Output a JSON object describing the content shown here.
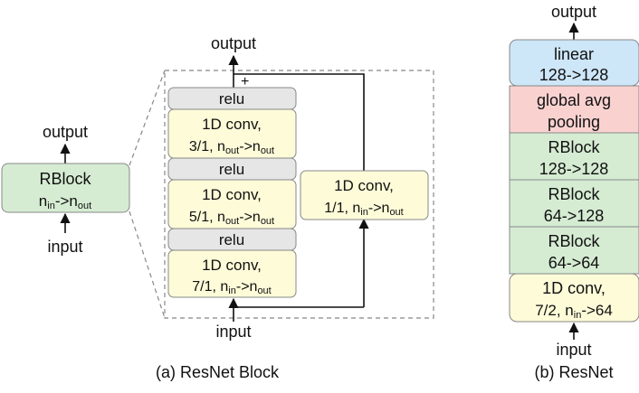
{
  "colors": {
    "green": "#d5ecd3",
    "yellow": "#fdfbd8",
    "gray": "#e6e6e6",
    "blue": "#cde6f8",
    "red": "#f9d2d0"
  },
  "left": {
    "output": "output",
    "input": "input",
    "rblock_title": "RBlock",
    "rblock_io": {
      "a": "n",
      "a_sub": "in",
      "arrow": "->",
      "b": "n",
      "b_sub": "out"
    }
  },
  "block": {
    "output": "output",
    "input": "input",
    "plus": "+",
    "relu": "relu",
    "conv_title": "1D conv,",
    "conv1": {
      "prefix": "3/1, ",
      "a": "n",
      "a_sub": "out",
      "arrow": "->",
      "b": "n",
      "b_sub": "out"
    },
    "conv2": {
      "prefix": "5/1, ",
      "a": "n",
      "a_sub": "out",
      "arrow": "->",
      "b": "n",
      "b_sub": "out"
    },
    "conv3": {
      "prefix": "7/1, ",
      "a": "n",
      "a_sub": "in",
      "arrow": "->",
      "b": "n",
      "b_sub": "out"
    },
    "shortcut": {
      "prefix": "1/1, ",
      "a": "n",
      "a_sub": "in",
      "arrow": "->",
      "b": "n",
      "b_sub": "out"
    },
    "caption": "(a) ResNet Block"
  },
  "resnet": {
    "output": "output",
    "input": "input",
    "linear": [
      "linear",
      "128->128"
    ],
    "pool": [
      "global avg",
      "pooling"
    ],
    "rb1": [
      "RBlock",
      "128->128"
    ],
    "rb2": [
      "RBlock",
      "64->128"
    ],
    "rb3": [
      "RBlock",
      "64->64"
    ],
    "conv": {
      "line1": "1D conv,",
      "prefix": "7/2, ",
      "a": "n",
      "a_sub": "in",
      "rest": "->64"
    },
    "caption": "(b) ResNet"
  }
}
